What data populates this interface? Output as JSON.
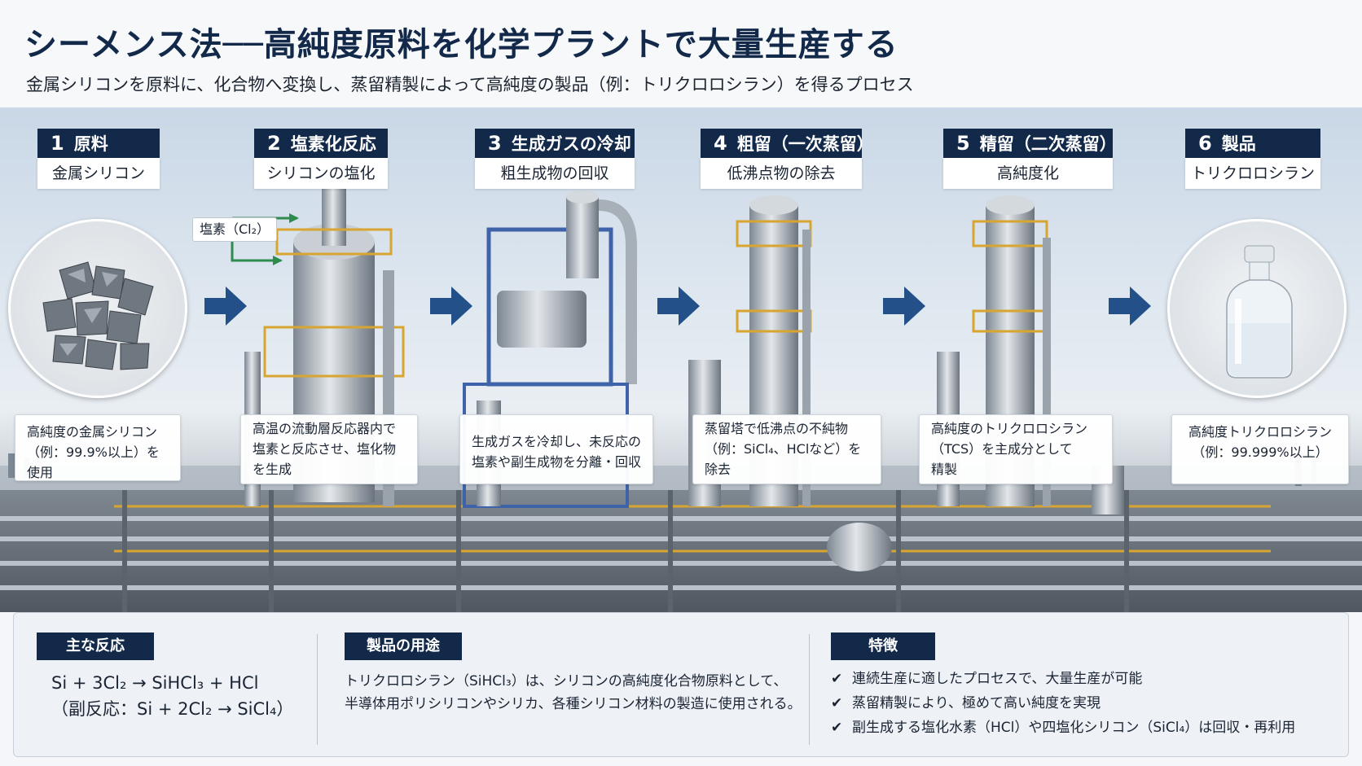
{
  "header": {
    "title": "シーメンス法──高純度原料を化学プラントで大量生産する",
    "subtitle": "金属シリコンを原料に、化合物へ変換し、蒸留精製によって高純度の製品（例：トリクロロシラン）を得るプロセス"
  },
  "steps": [
    {
      "num": "1",
      "title": "原料",
      "sub": "金属シリコン",
      "desc": [
        "高純度の金属シリコン",
        "（例：99.9%以上）を使用"
      ]
    },
    {
      "num": "2",
      "title": "塩素化反応",
      "sub": "シリコンの塩化",
      "desc": [
        "高温の流動層反応器内で",
        "塩素と反応させ、塩化物",
        "を生成"
      ]
    },
    {
      "num": "3",
      "title": "生成ガスの冷却",
      "sub": "粗生成物の回収",
      "desc": [
        "生成ガスを冷却し、未反応の",
        "塩素や副生成物を分離・回収"
      ]
    },
    {
      "num": "4",
      "title": "粗留（一次蒸留）",
      "sub": "低沸点物の除去",
      "desc": [
        "蒸留塔で低沸点の不純物",
        "（例：SiCl₄、HClなど）を",
        "除去"
      ]
    },
    {
      "num": "5",
      "title": "精留（二次蒸留）",
      "sub": "高純度化",
      "desc": [
        "高純度のトリクロロシラン",
        "（TCS）を主成分として",
        "精製"
      ]
    },
    {
      "num": "6",
      "title": "製品",
      "sub": "トリクロロシラン",
      "desc": [
        "高純度トリクロロシラン",
        "（例：99.999%以上）"
      ]
    }
  ],
  "chlorine_label": "塩素（Cl₂）",
  "bottom": {
    "reaction": {
      "tag": "主な反応",
      "main": "Si + 3Cl₂ → SiHCl₃ + HCl",
      "side": "（副反応：Si + 2Cl₂ → SiCl₄）"
    },
    "usage": {
      "tag": "製品の用途",
      "lines": [
        "トリクロロシラン（SiHCl₃）は、シリコンの高純度化合物原料として、",
        "半導体用ポリシリコンやシリカ、各種シリコン材料の製造に使用される。"
      ]
    },
    "features": {
      "tag": "特徴",
      "check": "✔",
      "items": [
        "連続生産に適したプロセスで、大量生産が可能",
        "蒸留精製により、極めて高い純度を実現",
        "副生成する塩化水素（HCl）や四塩化シリコン（SiCl₄）は回収・再利用"
      ]
    }
  },
  "colors": {
    "navy": "#12294a",
    "arrow": "#24508a",
    "pipe_green": "#2f8a4e"
  },
  "icons": [
    "arrow-right-icon",
    "check-icon"
  ]
}
